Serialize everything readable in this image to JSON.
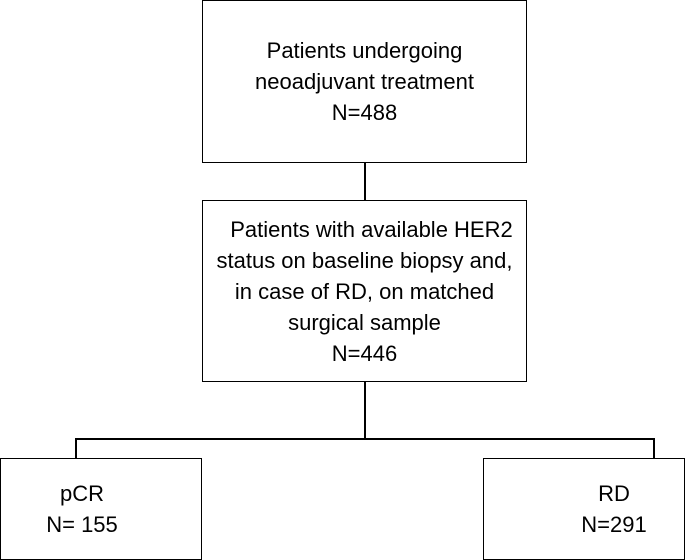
{
  "boxes": {
    "top": {
      "lines": [
        "Patients undergoing",
        "neoadjuvant treatment",
        "N=488"
      ]
    },
    "middle": {
      "lines": [
        "Patients with available HER2",
        "status on baseline biopsy and,",
        "in case of RD, on matched",
        "surgical sample",
        "N=446"
      ]
    },
    "left": {
      "lines": [
        "pCR",
        "N= 155"
      ]
    },
    "right": {
      "lines": [
        "RD",
        "N=291"
      ]
    }
  }
}
